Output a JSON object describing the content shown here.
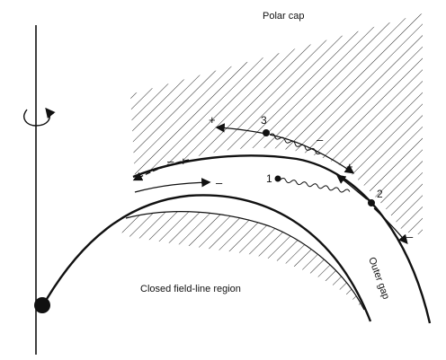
{
  "labels": {
    "polar_cap": "Polar cap",
    "outer_gap": "Outer gap",
    "closed_region": "Closed field-line region"
  },
  "points": {
    "p1": "1",
    "p2": "2",
    "p3": "3"
  },
  "signs": {
    "plus_upper": "+",
    "minus_upper": "–",
    "plus_mid": "+",
    "minus_mid": "–",
    "plus_left": "+",
    "minus_left": "–",
    "minus_lower_right": "–"
  },
  "colors": {
    "ink": "#111111",
    "background": "#ffffff"
  }
}
